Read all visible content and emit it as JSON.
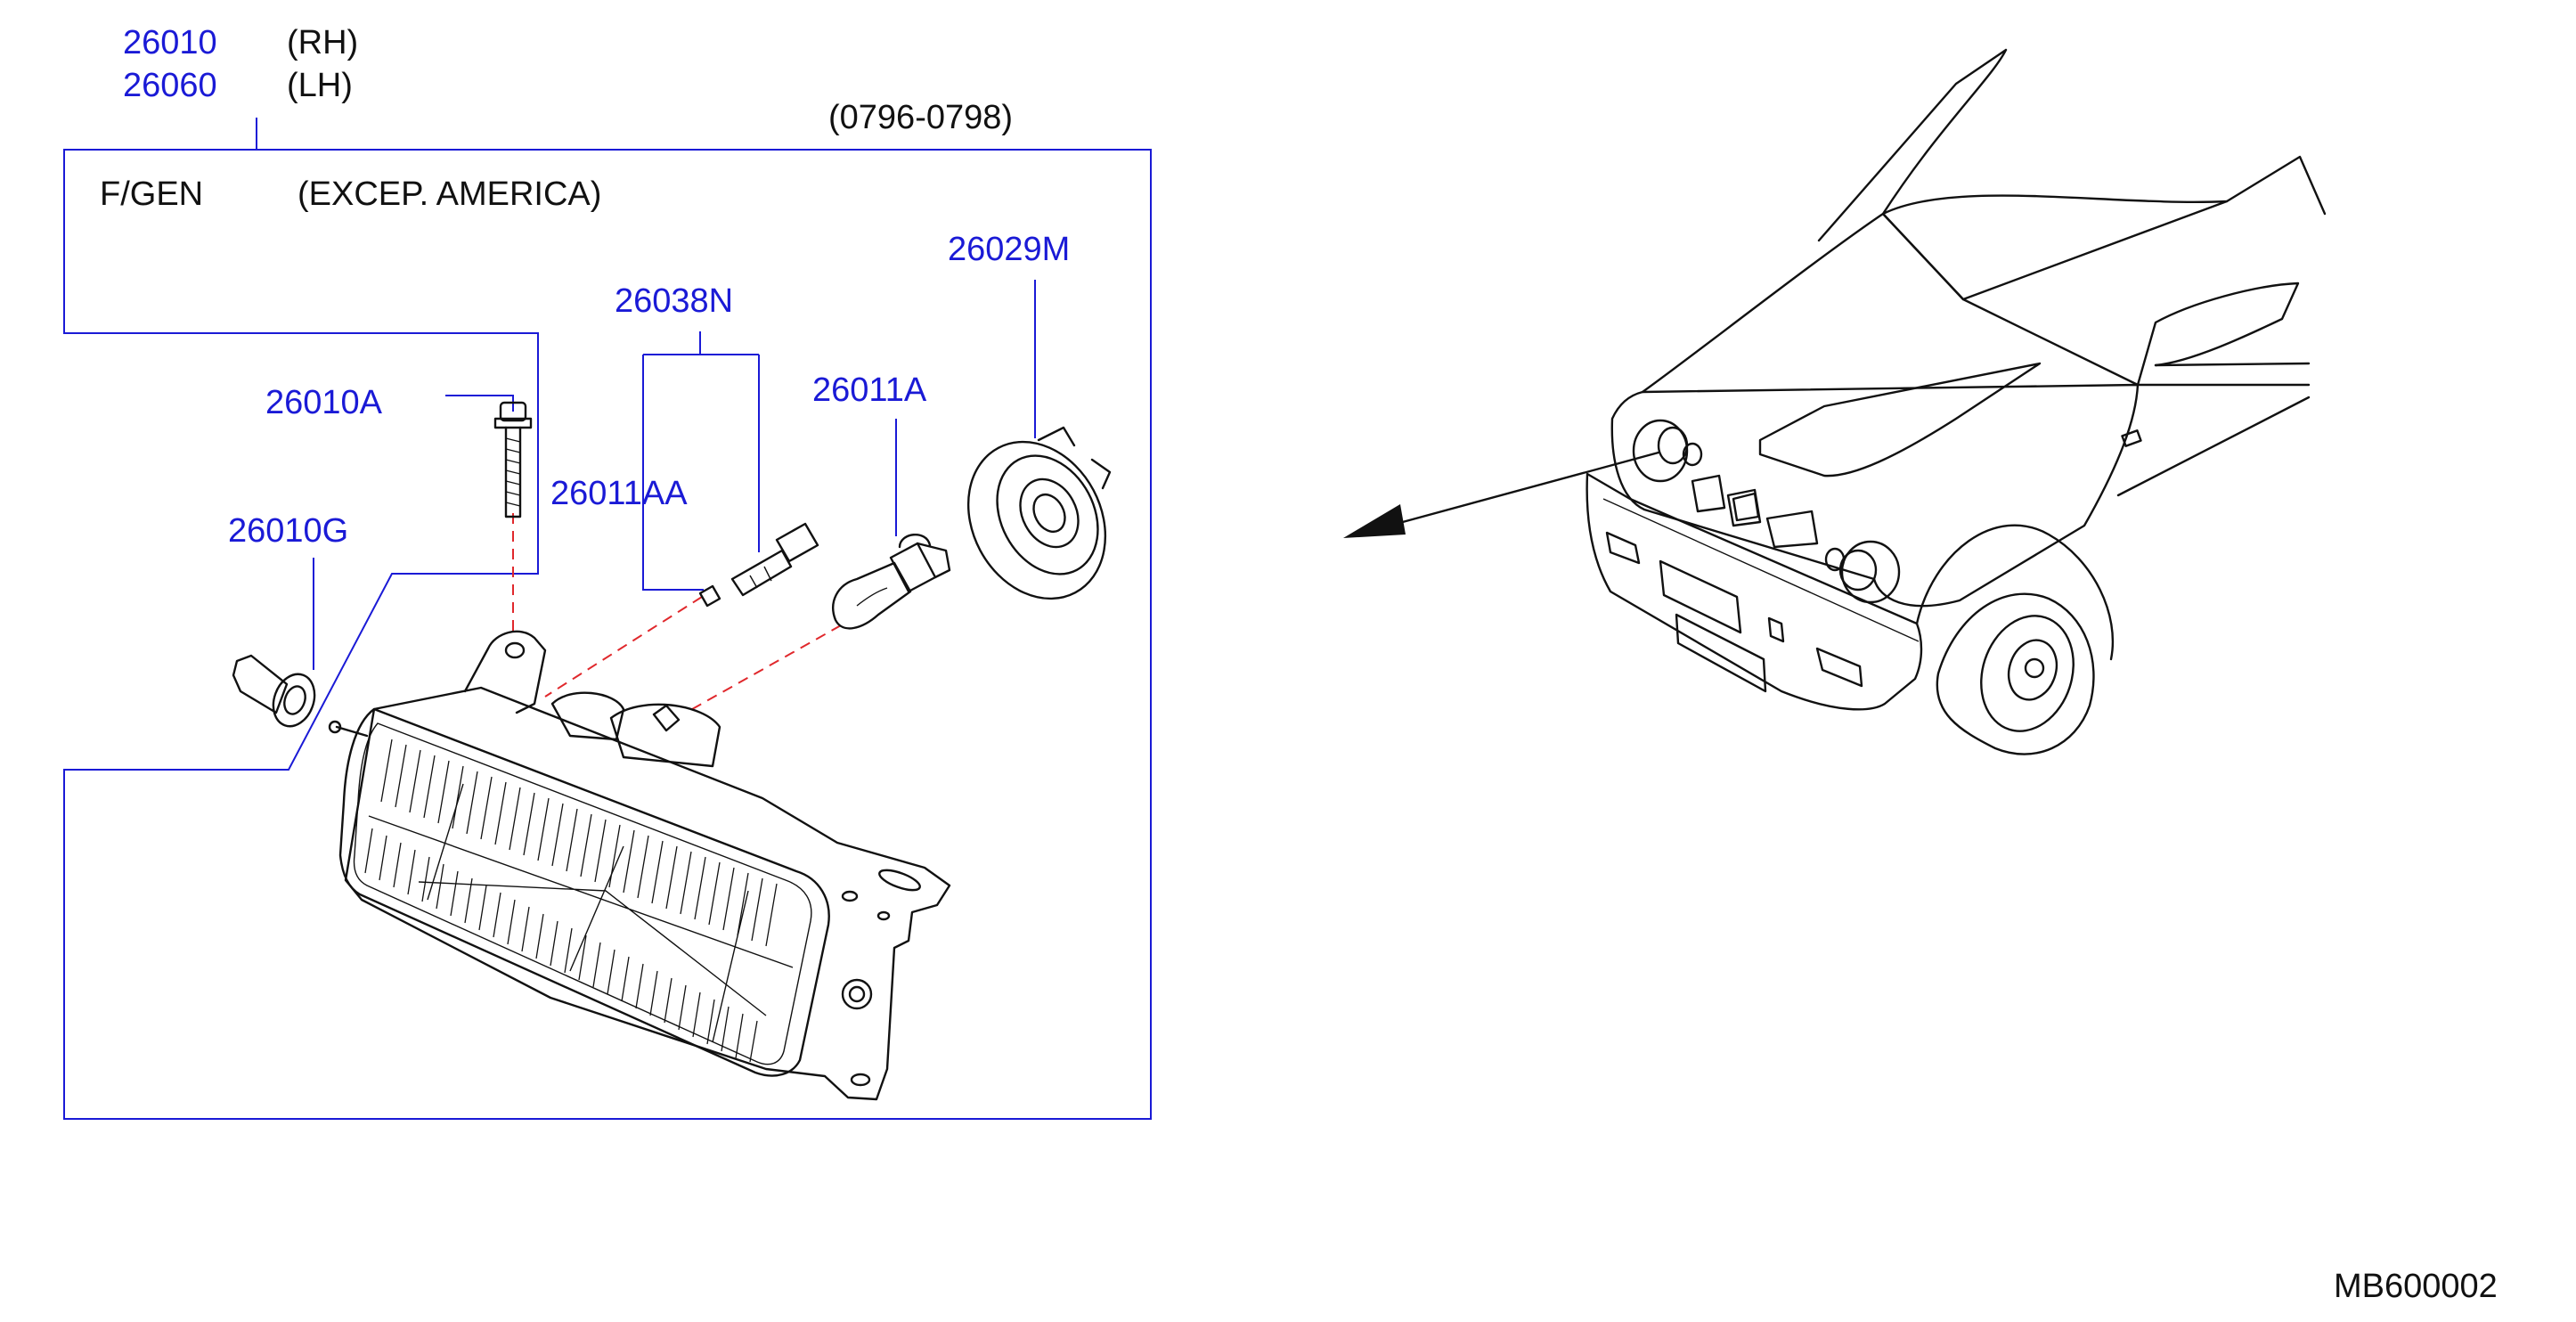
{
  "labels": {
    "part_rh": "26010",
    "side_rh": "(RH)",
    "part_lh": "26060",
    "side_lh": "(LH)",
    "date_range": "(0796-0798)",
    "spec": "F/GEN",
    "region": "(EXCEP.   AMERICA)",
    "p_26029m": "26029M",
    "p_26038n": "26038N",
    "p_26011a": "26011A",
    "p_26010a": "26010A",
    "p_26011aa": "26011AA",
    "p_26010g": "26010G",
    "diagram_code": "MB600002"
  },
  "colors": {
    "part_number": "#1a1ad6",
    "frame": "#1a1ad6",
    "assembly_line": "#e0282c",
    "ink": "#111111",
    "background": "#ffffff"
  }
}
